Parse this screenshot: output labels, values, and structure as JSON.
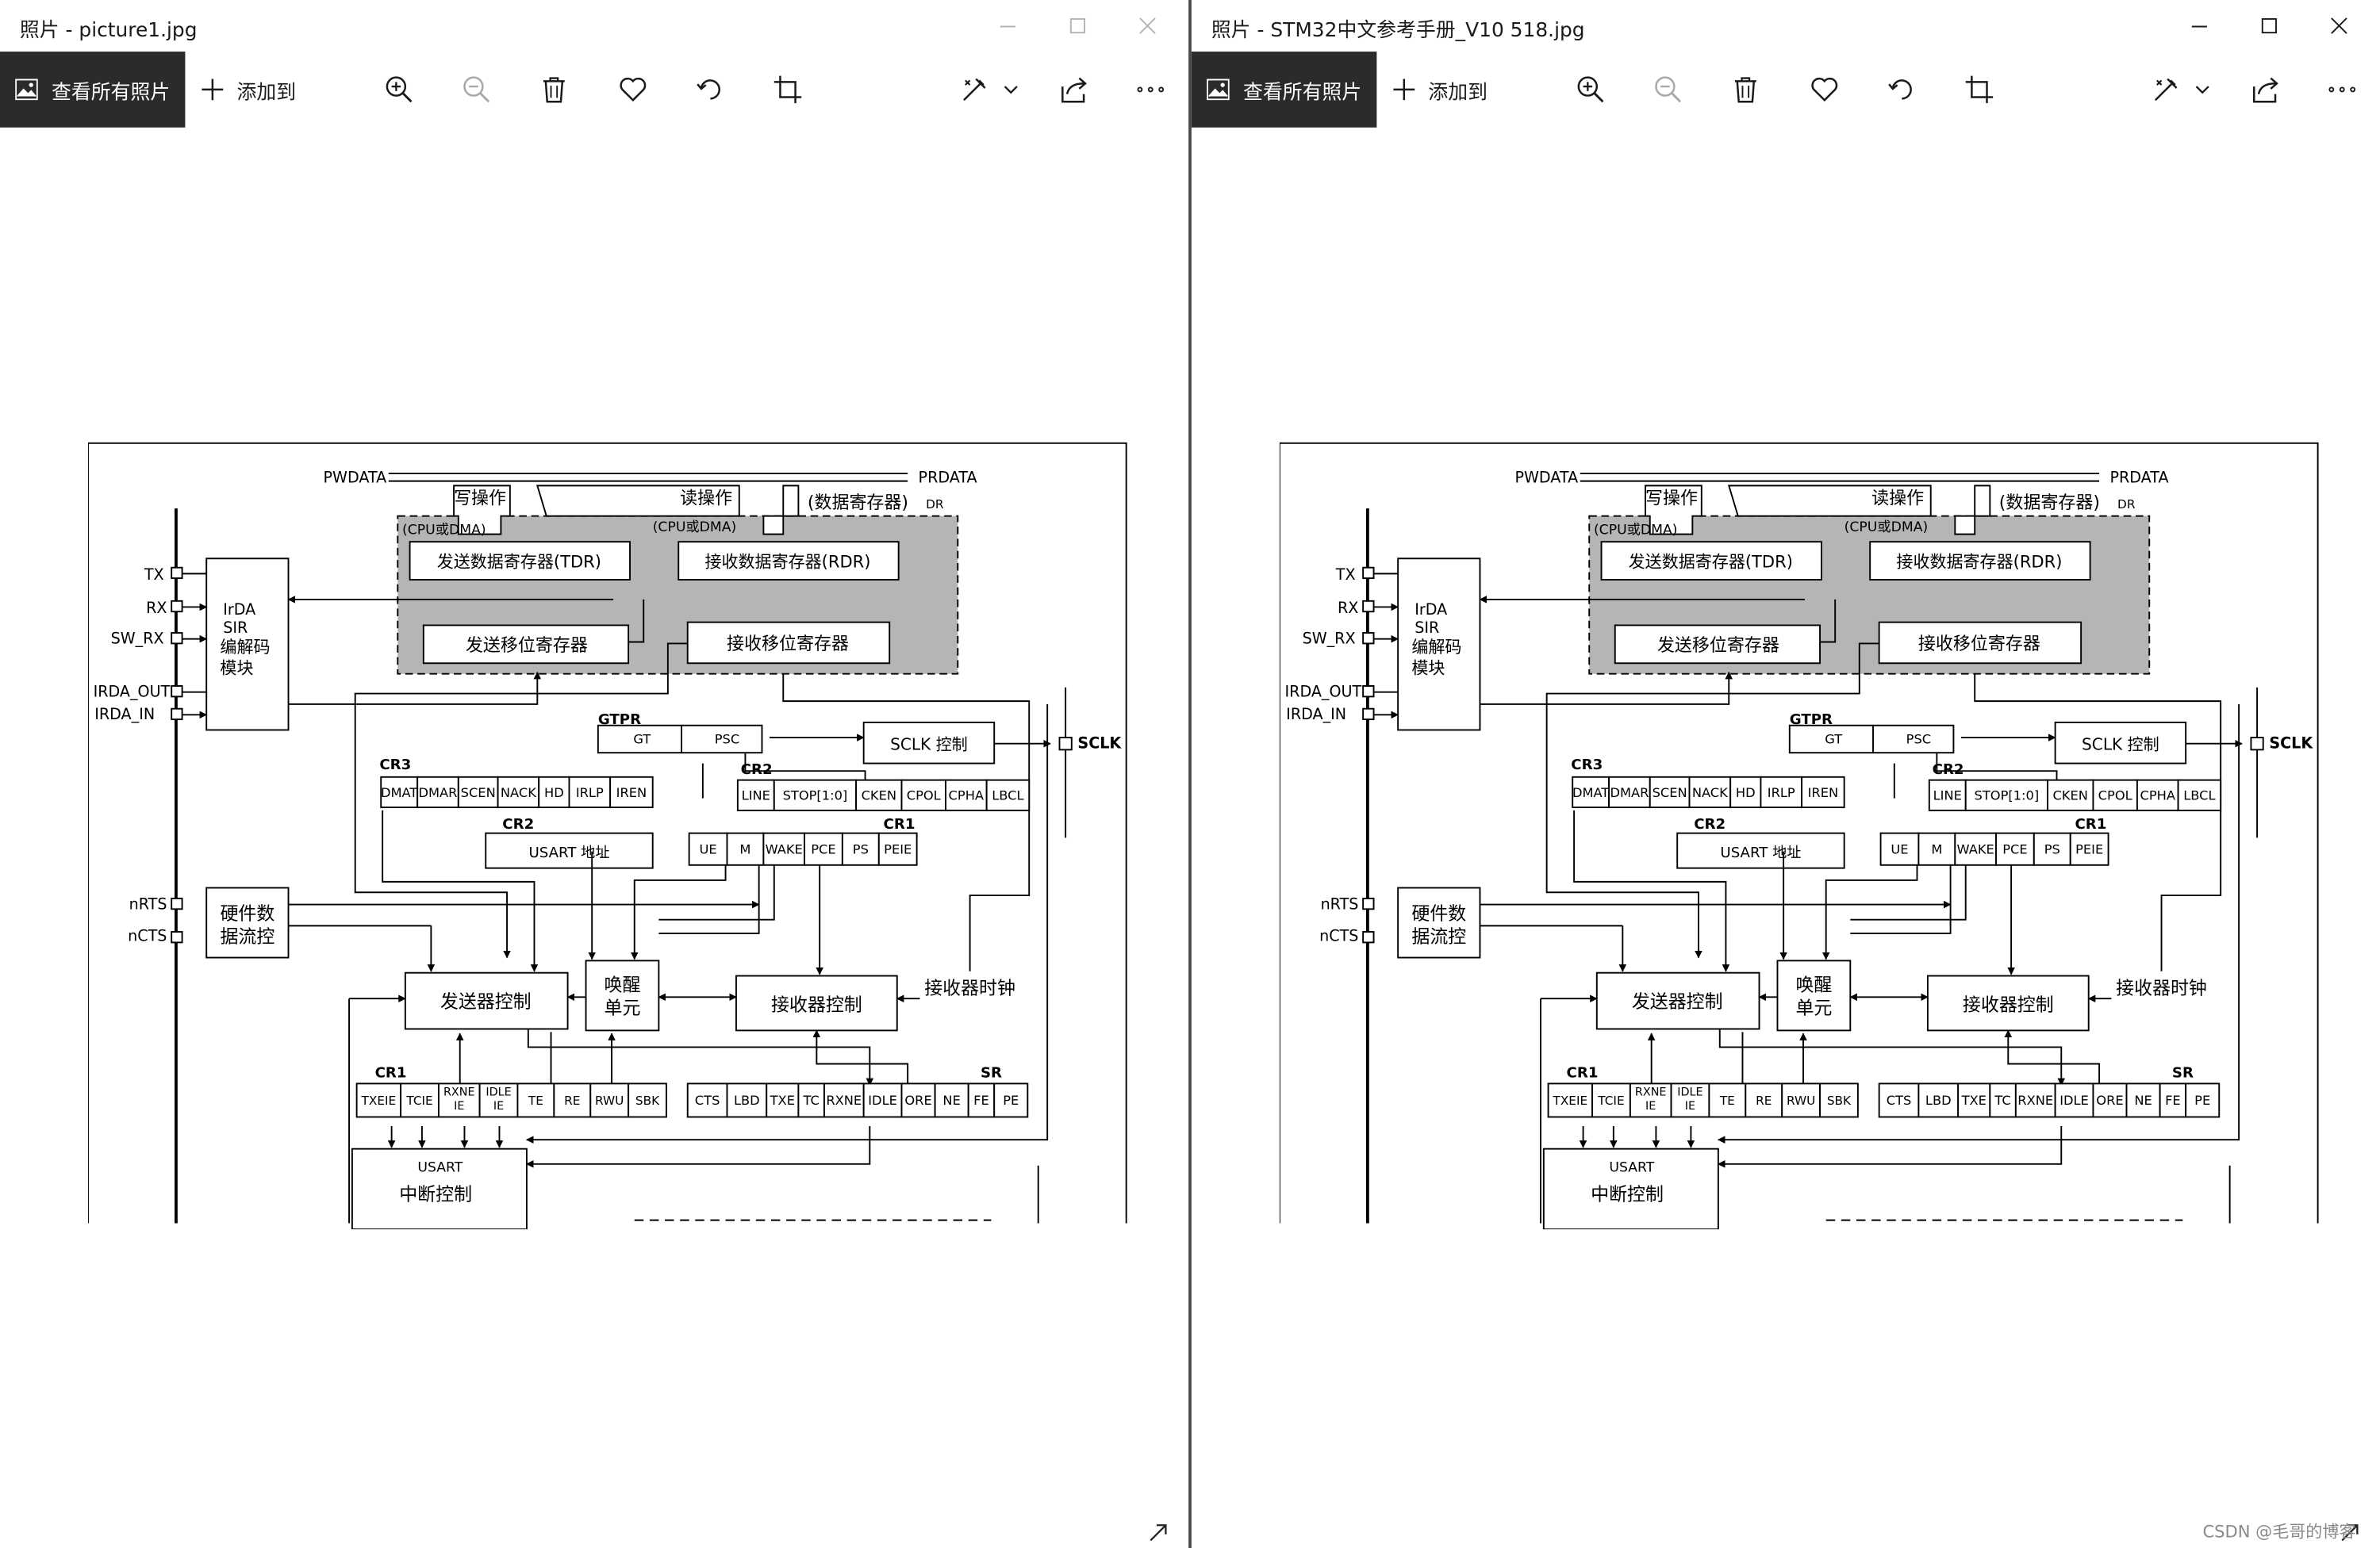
{
  "app_name": "照片",
  "windows": [
    {
      "title": "照片 - picture1.jpg",
      "active": false,
      "toolbar": {
        "all_photos_label": "查看所有照片",
        "add_to_label": "添加到"
      }
    },
    {
      "title": "照片 - STM32中文参考手册_V10 518.jpg",
      "active": true,
      "toolbar": {
        "all_photos_label": "查看所有照片",
        "add_to_label": "添加到"
      }
    }
  ],
  "toolbar_icons": [
    "photos-icon",
    "plus-icon",
    "zoom-in-icon",
    "zoom-out-icon",
    "delete-icon",
    "favorite-icon",
    "rotate-icon",
    "crop-icon",
    "edit-create-icon",
    "share-icon",
    "more-icon"
  ],
  "diagram": {
    "bus": {
      "pwdata": "PWDATA",
      "prdata": "PRDATA"
    },
    "write_op": "写操作",
    "read_op": "读操作",
    "data_register": "(数据寄存器)",
    "dr": "DR",
    "cpu_dma_left": "(CPU或DMA)",
    "cpu_dma_right": "(CPU或DMA)",
    "tdr": "发送数据寄存器(TDR)",
    "rdr": "接收数据寄存器(RDR)",
    "tx_shift": "发送移位寄存器",
    "rx_shift": "接收移位寄存器",
    "pins": {
      "tx": "TX",
      "rx": "RX",
      "sw_rx": "SW_RX",
      "irda_out": "IRDA_OUT",
      "irda_in": "IRDA_IN",
      "nrts": "nRTS",
      "ncts": "nCTS",
      "sclk": "SCLK"
    },
    "irda_block": [
      "IrDA",
      "SIR",
      "编解码",
      "模块"
    ],
    "gtpr": {
      "label": "GTPR",
      "gt": "GT",
      "psc": "PSC"
    },
    "sclk_ctrl": "SCLK 控制",
    "cr3": {
      "label": "CR3",
      "bits": [
        "DMAT",
        "DMAR",
        "SCEN",
        "NACK",
        "HD",
        "IRLP",
        "IREN"
      ]
    },
    "cr2_top": {
      "label": "CR2",
      "bits": [
        "LINE",
        "STOP[1:0]",
        "CKEN",
        "CPOL",
        "CPHA",
        "LBCL"
      ]
    },
    "cr2_addr": {
      "label": "CR2",
      "text": "USART 地址"
    },
    "cr1_top": {
      "label": "CR1",
      "bits": [
        "UE",
        "M",
        "WAKE",
        "PCE",
        "PS",
        "PEIE"
      ]
    },
    "hw_flow": [
      "硬件数",
      "据流控"
    ],
    "tx_ctrl": "发送器控制",
    "wake_unit": [
      "唤醒",
      "单元"
    ],
    "rx_ctrl": "接收器控制",
    "rx_clock": "接收器时钟",
    "cr1_bottom": {
      "label": "CR1",
      "bits": [
        "TXEIE",
        "TCIE",
        "RXNE IE",
        "IDLE IE",
        "TE",
        "RE",
        "RWU",
        "SBK"
      ]
    },
    "sr": {
      "label": "SR",
      "bits": [
        "CTS",
        "LBD",
        "TXE",
        "TC",
        "RXNE",
        "IDLE",
        "ORE",
        "NE",
        "FE",
        "PE"
      ]
    },
    "irq": {
      "top": "USART",
      "bottom": "中断控制"
    }
  },
  "watermark": "CSDN @毛哥的博客"
}
